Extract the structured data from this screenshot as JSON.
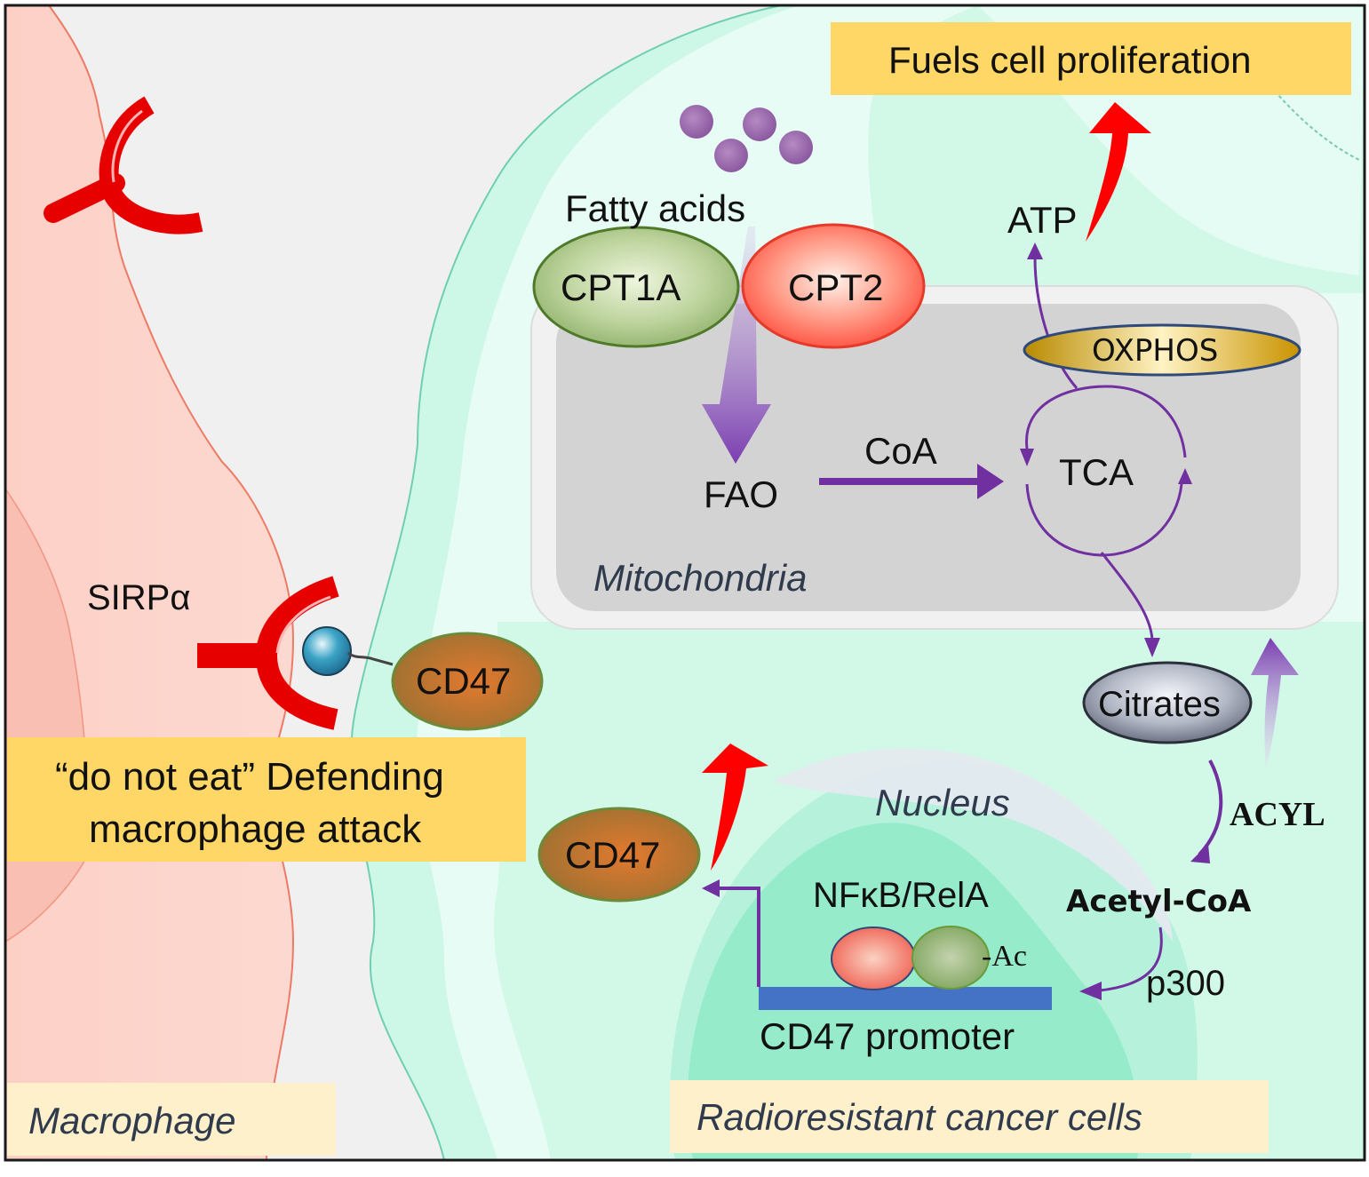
{
  "figure": {
    "panels": {
      "macrophage_label": "Macrophage",
      "cancer_cell_label": "Radioresistant cancer cells",
      "mitochondria_label": "Mitochondria",
      "nucleus_label": "Nucleus"
    },
    "callouts": {
      "top": "Fuels cell proliferation",
      "left_line1": "“do not eat” Defending",
      "left_line2": "macrophage attack"
    },
    "molecules": {
      "sirpa": "SIRPα",
      "cd47_membrane": "CD47",
      "cd47_cytoplasm": "CD47",
      "fatty_acids": "Fatty acids",
      "cpt1a": "CPT1A",
      "cpt2": "CPT2",
      "fao": "FAO",
      "coa": "CoA",
      "tca": "TCA",
      "oxphos": "OXPHOS",
      "atp": "ATP",
      "citrates": "Citrates",
      "acyl": "ACYL",
      "acetyl_coa": "Acetyl-CoA",
      "p300": "p300",
      "nfkb": "NFκB/RelA",
      "ac": "-Ac",
      "promoter": "CD47 promoter"
    },
    "colors": {
      "background": "#f0f0f0",
      "macrophage": "#fdd5cc",
      "macrophage_edge": "#ee7a66",
      "cell_membrane": "#cdf7e6",
      "cytoplasm": "#d2f8e8",
      "mito_outer": "#f1f1f1",
      "mito_inner": "#d3d3d3",
      "nucleus": "#9eecd0",
      "callout": "#fed766",
      "label_box": "#fff0cc",
      "pathway_arrow": "#7030a0",
      "red_arrow": "#ff0000",
      "receptor": "#e60000",
      "promoter_bar": "#4472c4"
    }
  }
}
